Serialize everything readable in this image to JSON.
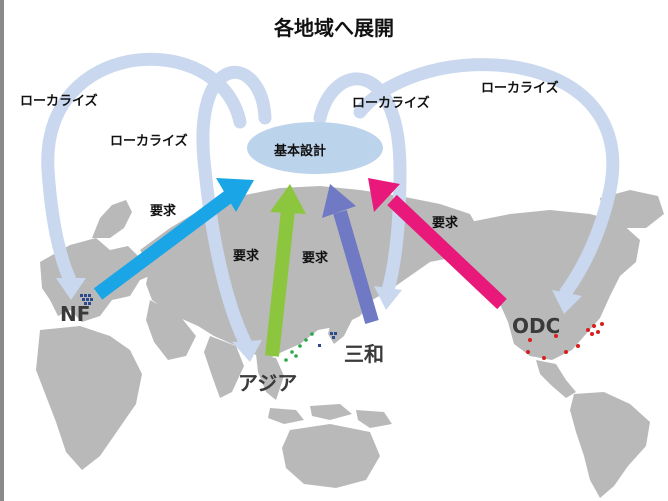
{
  "title": "各地域へ展開",
  "center_label": "基本設計",
  "localize_labels": [
    "ローカライズ",
    "ローカライズ",
    "ローカライズ",
    "ローカライズ"
  ],
  "request_label": "要求",
  "regions": {
    "nf": "NF",
    "asia": "アジア",
    "sanwa": "三和",
    "odc": "ODC"
  },
  "colors": {
    "arrow_nf": "#1aa6e6",
    "arrow_asia": "#8cc63f",
    "arrow_sanwa": "#6f79c4",
    "arrow_odc": "#e8197a",
    "localize_arc": "#c9d8ee",
    "center_ellipse": "#bcd3ec",
    "map": "#b9b9b9",
    "left_border": "#8a8a8a"
  }
}
